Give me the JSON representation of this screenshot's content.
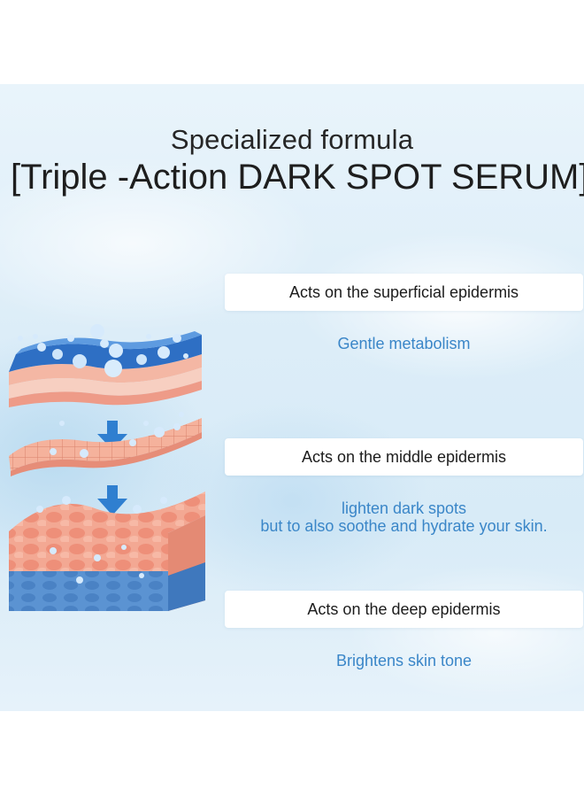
{
  "header": {
    "subtitle": "Specialized formula",
    "bracket_open": "[",
    "title": "Triple -Action DARK SPOT SERUM",
    "bracket_close": "]"
  },
  "layers": [
    {
      "label": "Acts on the superficial epidermis",
      "benefit": "Gentle metabolism"
    },
    {
      "label": "Acts on the middle epidermis",
      "benefit_line1": "lighten dark spots",
      "benefit_line2": "but to also soothe and hydrate your skin."
    },
    {
      "label": "Acts on the deep epidermis",
      "benefit": "Brightens skin tone"
    }
  ],
  "colors": {
    "benefit_text": "#3a86c8",
    "arrow": "#2f7fd0",
    "skin": "#f1a48e",
    "deep_layer": "#4d86c9"
  }
}
